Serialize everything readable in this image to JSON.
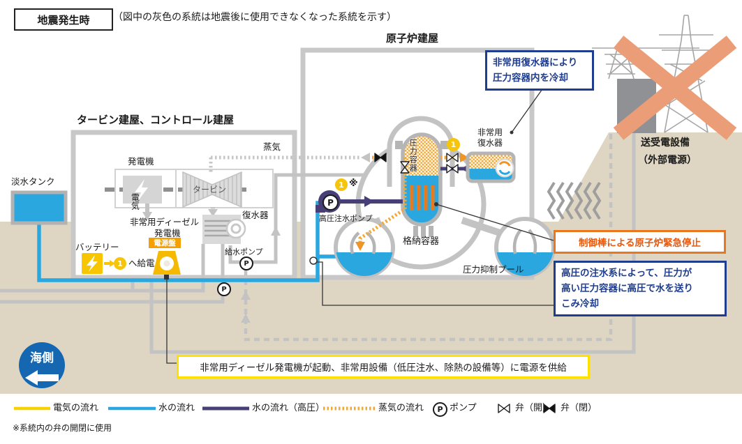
{
  "header": {
    "title": "地震発生時",
    "note": "（図中の灰色の系統は地震後に使用できなくなった系統を示す）"
  },
  "buildings": {
    "turbine_control": "タービン建屋、コントロール建屋",
    "reactor": "原子炉建屋",
    "grid_line1": "送受電設備",
    "grid_line2": "（外部電源）"
  },
  "labels": {
    "freshwater_tank": "淡水タンク",
    "generator": "発電機",
    "turbine": "タービン",
    "steam": "蒸気",
    "electricity": "電気",
    "condenser": "復水器",
    "feedwater_pump": "給水ポンプ",
    "diesel_line1": "非常用ディーゼル",
    "diesel_line2": "発電機",
    "power_panel": "電源盤",
    "battery": "バッテリー",
    "feed_to": "へ給電",
    "hp_injection_pump": "高圧注水ポンプ",
    "pressure_vessel": "圧力容器",
    "containment_vessel": "格納容器",
    "suppression_pool": "圧力抑制プール",
    "emergency_condenser_line1": "非常用",
    "emergency_condenser_line2": "復水器",
    "sea_side": "海側",
    "marker_1": "1",
    "asterisk": "※",
    "pump_symbol": "P"
  },
  "annotations": {
    "ic_note_line1": "非常用復水器により",
    "ic_note_line2": "圧力容器内を冷却",
    "scram_note": "制御棒による原子炉緊急停止",
    "hpci_note_line1": "高圧の注水系によって、圧力が",
    "hpci_note_line2": "高い圧力容器に高圧で水を送り",
    "hpci_note_line3": "こみ冷却",
    "diesel_note": "非常用ディーゼル発電機が起動、非常用設備（低圧注水、除熱の設備等）に電源を供給"
  },
  "legend": {
    "electricity": "電気の流れ",
    "water": "水の流れ",
    "water_high_pressure": "水の流れ（高圧）",
    "steam": "蒸気の流れ",
    "pump": "ポンプ",
    "valve_open": "弁（開）",
    "valve_closed": "弁（閉）"
  },
  "footnote": "※系統内の弁の開閉に使用",
  "colors": {
    "electricity_yellow": "#f7d100",
    "water_blue": "#2ba7e0",
    "high_pressure_purple": "#474077",
    "steam_orange": "#f1a83b",
    "disabled_gray": "#c3c3c3",
    "ground_tan": "#ded6c2",
    "annotation_blue": "#1e3d8f",
    "annotation_orange": "#e87722",
    "annotation_yellow": "#ffe100",
    "sea_blue": "#1467b0",
    "x_mark_orange": "#eb9d77"
  }
}
